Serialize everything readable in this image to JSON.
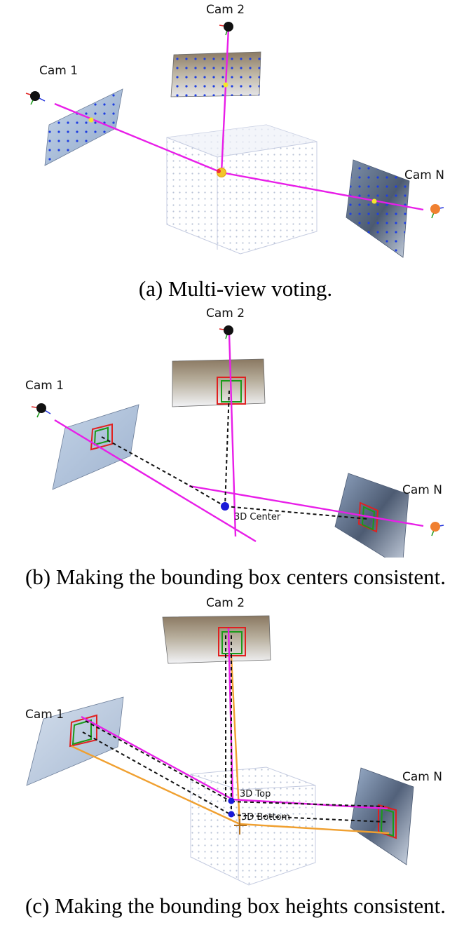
{
  "panel_a": {
    "cam1": "Cam 1",
    "cam2": "Cam 2",
    "camN": "Cam N",
    "caption": "(a) Multi-view voting."
  },
  "panel_b": {
    "cam1": "Cam 1",
    "cam2": "Cam 2",
    "camN": "Cam N",
    "center_label": "3D  Center",
    "caption": "(b) Making the bounding box centers consistent."
  },
  "panel_c": {
    "cam1": "Cam 1",
    "cam2": "Cam 2",
    "camN": "Cam N",
    "top_label": "3D  Top",
    "bottom_label": "3D  Bottom",
    "caption": "(c) Making the bounding box heights consistent."
  },
  "colors": {
    "ray": "#e81ee8",
    "ray_height": "#f0a030",
    "box_red": "#e02020",
    "box_green": "#1a9a1a",
    "center_point": "#1a1ad8",
    "cam_orange": "#f08030",
    "voxel_grid": "#c8d0e0"
  }
}
